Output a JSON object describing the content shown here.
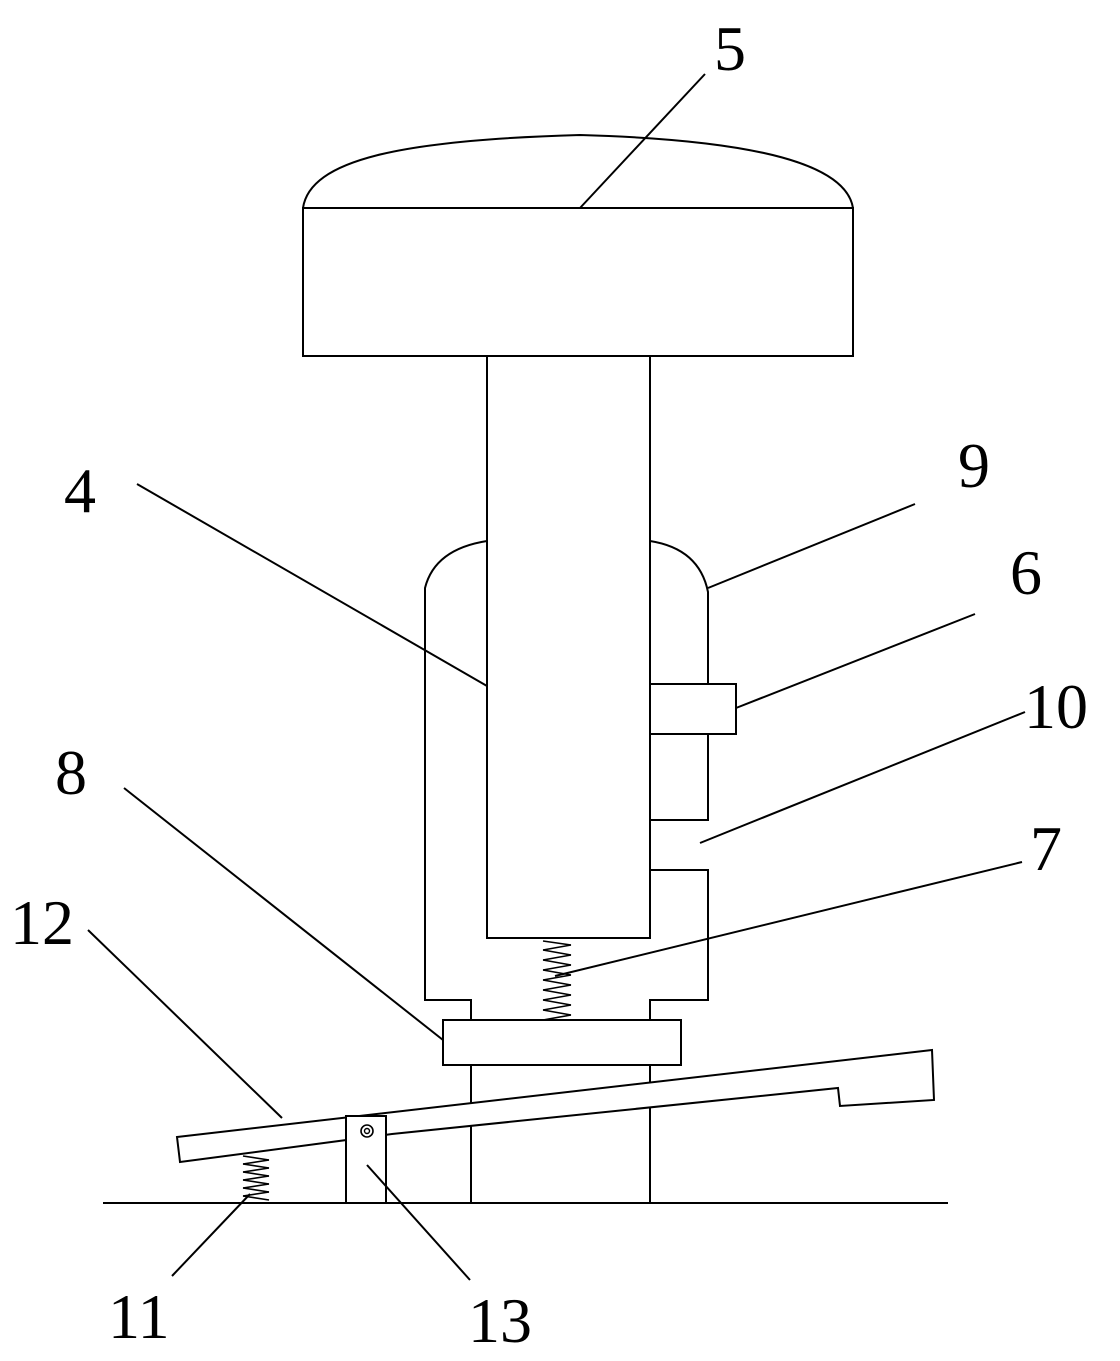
{
  "labels": [
    {
      "id": "5",
      "text": "5"
    },
    {
      "id": "4",
      "text": "4"
    },
    {
      "id": "9",
      "text": "9"
    },
    {
      "id": "6",
      "text": "6"
    },
    {
      "id": "10",
      "text": "10"
    },
    {
      "id": "8",
      "text": "8"
    },
    {
      "id": "7",
      "text": "7"
    },
    {
      "id": "12",
      "text": "12"
    },
    {
      "id": "11",
      "text": "11"
    },
    {
      "id": "13",
      "text": "13"
    }
  ],
  "colors": {
    "line": "#000000",
    "background": "#ffffff"
  }
}
